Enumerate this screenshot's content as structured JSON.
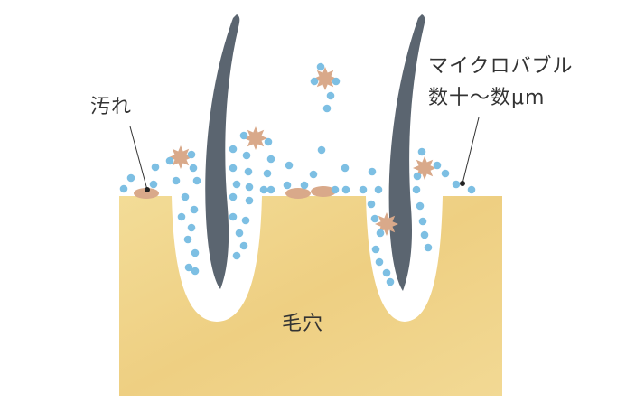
{
  "labels": {
    "dirt": "汚れ",
    "microbubble_line1": "マイクロバブル",
    "microbubble_line2": "数十〜数μm",
    "pore": "毛穴"
  },
  "colors": {
    "skin": "#f0d48a",
    "hair": "#5b6570",
    "bubble": "#7dbfe3",
    "dirt": "#d9a98a"
  }
}
